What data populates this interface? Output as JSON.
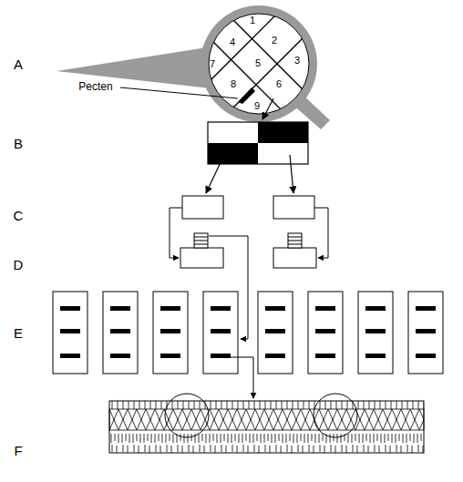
{
  "diagram": {
    "labels": [
      "A",
      "1",
      "2",
      "3",
      "4",
      "5",
      "6",
      "7",
      "8",
      "9",
      "Pecten",
      "B",
      "C",
      "D",
      "E",
      "F"
    ]
  }
}
